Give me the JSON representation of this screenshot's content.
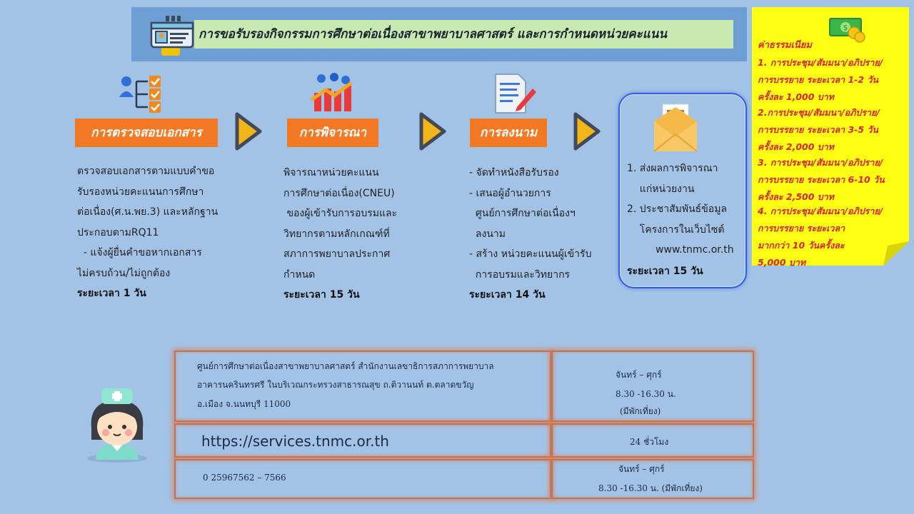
{
  "title": "การขอรับรองกิจกรรมการศึกษาต่อเนื่องสาขาพยาบาลศาสตร์ และการกำหนดหน่วยคะแนน",
  "icons": {
    "title": "id-card-icon",
    "step1": "checklist-icon",
    "step2": "chart-icon",
    "step3": "document-sign-icon",
    "step4": "envelope-icon",
    "fee": "money-icon",
    "nurse": "nurse-avatar-icon"
  },
  "steps": [
    {
      "label": "การตรวจสอบเอกสาร",
      "lines": [
        "ตรวจสอบเอกสารตามแบบคำขอ",
        "รับรองหน่วยคะแนนการศึกษา",
        "ต่อเนื่อง(ศ.น.พย.3) และหลักฐาน",
        "ประกอบตามRQ11",
        "  - แจ้งผู้ยื่นคำขอหากเอกสาร",
        "ไม่ครบถ้วน/ไม่ถูกต้อง"
      ],
      "duration": "ระยะเวลา 1 วัน"
    },
    {
      "label": "การพิจารณา",
      "lines": [
        "พิจารณาหน่วยคะแนน",
        "การศึกษาต่อเนื่อง(CNEU)",
        " ของผู้เข้ารับการอบรมและ",
        "วิทยากรตามหลักเกณฑ์ที่",
        "สภาการพยาบาลประกาศ",
        "กำหนด"
      ],
      "duration": "ระยะเวลา 15 วัน"
    },
    {
      "label": "การลงนาม",
      "lines": [
        "- จัดทำหนังสือรับรอง",
        "- เสนอผู้อำนวยการ",
        "  ศูนย์การศึกษาต่อเนื่องฯ",
        "  ลงนาม",
        "- สร้าง หน่วยคะแนนผู้เข้ารับ",
        "  การอบรมและวิทยากร"
      ],
      "duration": "ระยะเวลา 14 วัน"
    },
    {
      "lines": [
        "1. ส่งผลการพิจารณา",
        "    แก่หน่วยงาน",
        "2. ประชาสัมพันธ์ข้อมูล",
        "    โครงการในเว็บไซต์",
        "         www.tnmc.or.th"
      ],
      "duration": "ระยะเวลา 15 วัน"
    }
  ],
  "fee": {
    "title": "ค่าธรรมเนียม",
    "items": [
      [
        "1. การประชุม/สัมมนา/อภิปราย/",
        "   การบรรยาย ระยะเวลา 1-2 วัน",
        "   ครั้งละ 1,000 บาท"
      ],
      [
        "2.การประชุม/สัมมนา/อภิปราย/",
        "   การบรรยาย ระยะเวลา 3-5 วัน",
        "   ครั้งละ 2,000 บาท"
      ],
      [
        "3. การประชุม/สัมมนา/อภิปราย/",
        "   การบรรยาย ระยะเวลา 6-10 วัน",
        "   ครั้งละ 2,500 บาท"
      ],
      [
        "4. การประชุม/สัมมนา/อภิปราย/",
        "   การบรรยาย ระยะเวลา",
        "   มากกว่า 10 วันครั้งละ",
        "   5,000 บาท"
      ]
    ]
  },
  "contact": {
    "address": [
      "ศูนย์การศึกษาต่อเนื่องสาขาพยาบาลศาสตร์  สำนักงานเลขาธิการสภาการพยาบาล",
      "อาคารนครินทรศรี  ในบริเวณกระทรวงสาธารณสุข  ถ.ติวานนท์ ต.ตลาดขวัญ",
      "อ.เมือง จ.นนทบุรี 11000"
    ],
    "office_hours": [
      "จันทร์ – ศุกร์",
      "8.30 -16.30 น.",
      "(มีพักเที่ยง)"
    ],
    "website": "https://services.tnmc.or.th",
    "website_hours": "24 ชั่วโมง",
    "phone": "0 25967562 – 7566",
    "phone_hours": [
      "จันทร์ – ศุกร์",
      "8.30 -16.30 น. (มีพักเที่ยง)"
    ]
  },
  "colors": {
    "background": "#a3c3e6",
    "title_bar": "#6d9ed4",
    "title_fill": "#c9e9b2",
    "step_label": "#f27a24",
    "fee_note": "#ffff14",
    "fee_text": "#e0202a",
    "arrow_fill": "#f2b619",
    "arrow_outline": "#404a5a"
  }
}
